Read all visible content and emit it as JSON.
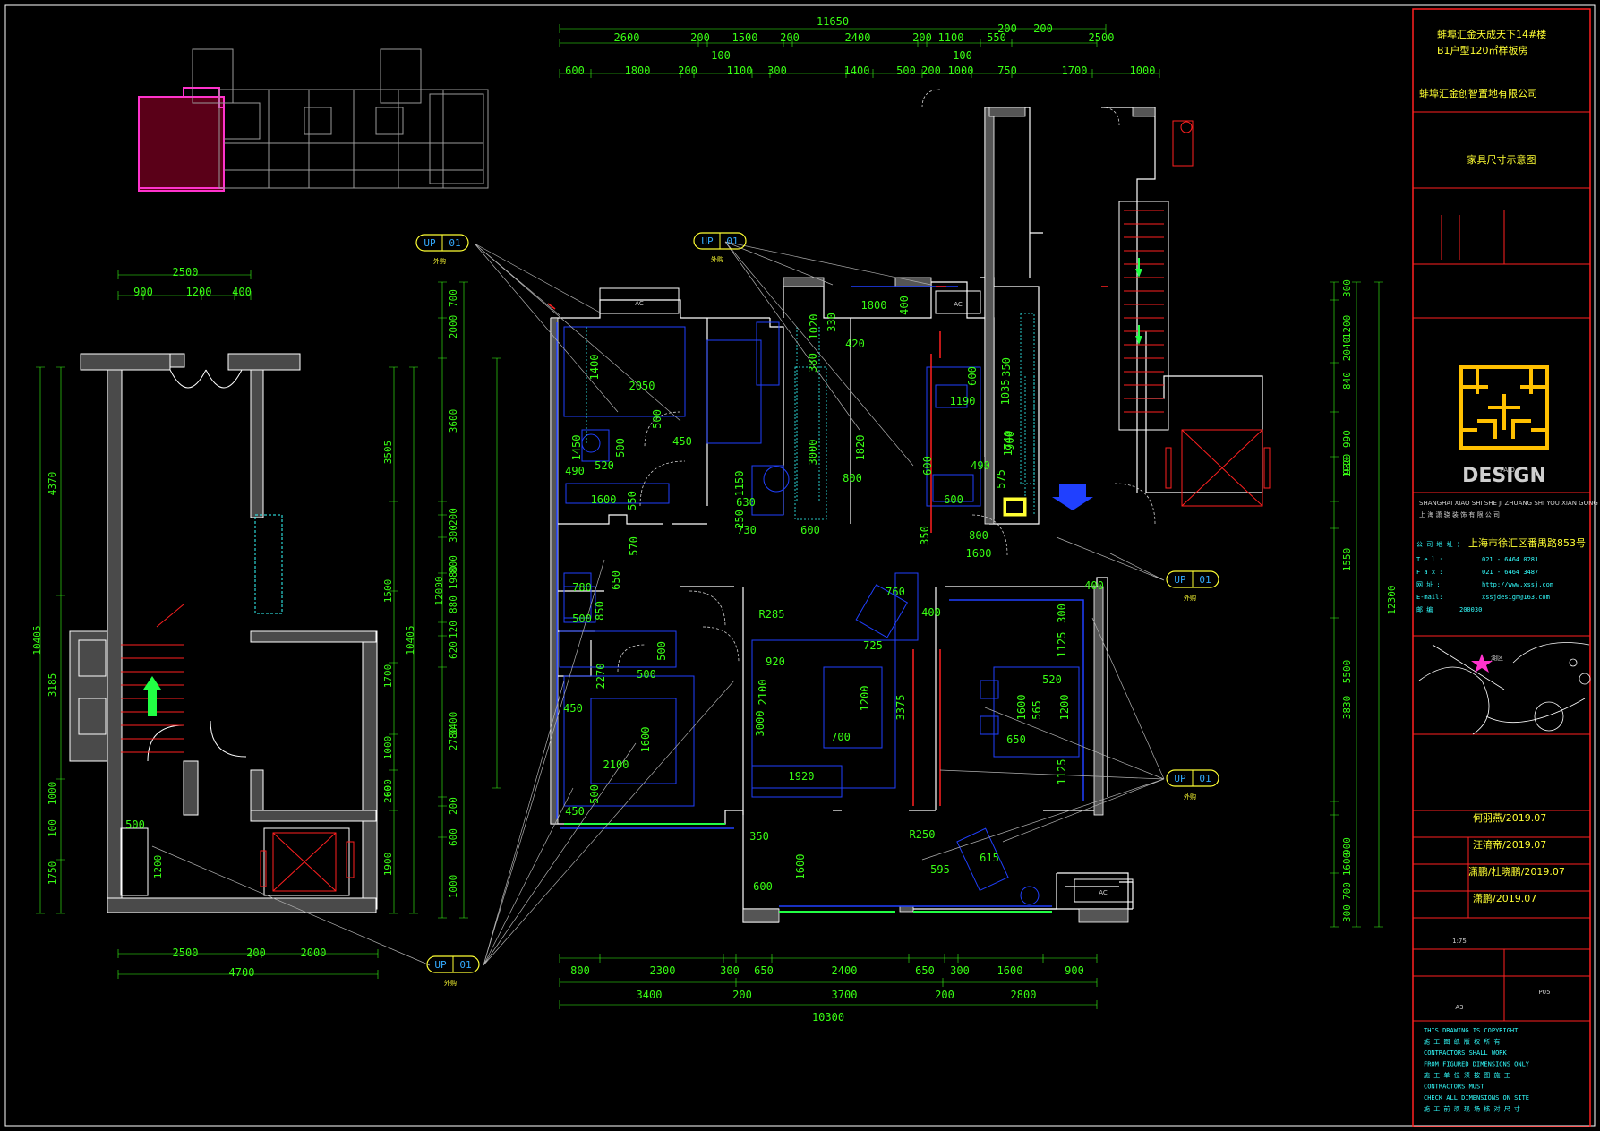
{
  "colors": {
    "background": "#000000",
    "dimension": "#39ff14",
    "wall": "#ffffff",
    "frame": "#ff2020",
    "furniture": "#2040ff",
    "accent_cyan": "#33ffff",
    "logo": "#ffc000",
    "text": "#ffff33"
  },
  "plan_main": {
    "top_total": "11650",
    "top_row1": [
      "2600",
      "200",
      "1500",
      "200",
      "2400",
      "200",
      "1100",
      "550",
      "2500"
    ],
    "top_row1_extra": [
      "200",
      "200"
    ],
    "top_row2": [
      "100",
      "100"
    ],
    "top_row3": [
      "600",
      "1800",
      "200",
      "1100",
      "300",
      "1400",
      "500",
      "200",
      "1000",
      "750",
      "1700",
      "1000"
    ],
    "left_dims": [
      "700",
      "2000",
      "3600",
      "200",
      "300",
      "1980",
      "800",
      "880",
      "120",
      "620",
      "3400",
      "2780",
      "200",
      "600",
      "1000"
    ],
    "left_total": "12000",
    "right_dims": [
      "300",
      "1200",
      "2040",
      "840",
      "990",
      "930",
      "1920",
      "1550",
      "5500",
      "3830",
      "900",
      "1600",
      "700",
      "300"
    ],
    "right_total": "12300",
    "bottom_row1": [
      "800",
      "2300",
      "300",
      "650",
      "2400",
      "650",
      "300",
      "1600",
      "900"
    ],
    "bottom_row2": [
      "3400",
      "200",
      "3700",
      "200",
      "2800"
    ],
    "bottom_total": "10300",
    "room_dims": [
      "1400",
      "2050",
      "500",
      "450",
      "1450",
      "500",
      "490",
      "520",
      "1600",
      "550",
      "1020",
      "330",
      "420",
      "1800",
      "400",
      "3000",
      "1820",
      "800",
      "380",
      "1150",
      "630",
      "250",
      "730",
      "600",
      "600",
      "1190",
      "1035",
      "350",
      "1740",
      "900",
      "575",
      "490",
      "600",
      "600",
      "800",
      "350",
      "1600",
      "570",
      "780",
      "650",
      "850",
      "500",
      "500",
      "2270",
      "500",
      "450",
      "1600",
      "2100",
      "500",
      "450",
      "R285",
      "920",
      "2100",
      "3000",
      "1200",
      "3375",
      "700",
      "1920",
      "760",
      "725",
      "400",
      "300",
      "1125",
      "520",
      "1600",
      "565",
      "1200",
      "650",
      "1125",
      "400",
      "R250",
      "595",
      "615",
      "350",
      "1600",
      "600"
    ],
    "ac_label": "AC"
  },
  "plan_small": {
    "top_total": "2500",
    "top_row": [
      "900",
      "1200",
      "400"
    ],
    "left_dims": [
      "4370",
      "3185",
      "1000",
      "100",
      "1750"
    ],
    "left_total": "10405",
    "right_dims": [
      "3505",
      "1500",
      "1700",
      "1000",
      "600",
      "200",
      "1900"
    ],
    "right_total": "10405",
    "bottom_row": [
      "2500",
      "200",
      "2000"
    ],
    "bottom_total": "4700",
    "inner": [
      "500",
      "1200"
    ]
  },
  "tags": [
    {
      "code": "UP",
      "num": "01",
      "sub": "外购"
    },
    {
      "code": "UP",
      "num": "01",
      "sub": "外购"
    },
    {
      "code": "UP",
      "num": "01",
      "sub": "外购"
    },
    {
      "code": "UP",
      "num": "01",
      "sub": "外购"
    },
    {
      "code": "UP",
      "num": "01",
      "sub": "外购"
    }
  ],
  "title_block": {
    "project_line1": "蚌埠汇金天成天下14#楼",
    "project_line2": "B1户型120㎡样板房",
    "client": "蚌埠汇金创智置地有限公司",
    "drawing_title": "家具尺寸示意图",
    "logo_sub": "X I A O",
    "logo_main": "DESIGN",
    "company_pinyin": "SHANGHAI XIAO SHI SHE JI ZHUANG SHI YOU XIAN GONG SI",
    "company_cn": "上 海 潇 骁 装 饰 有 限 公 司",
    "address_label": "公 司 地 址 ：",
    "address": "上海市徐汇区番禺路853号",
    "tel_label": "T e l :",
    "tel": "021 - 6464 0281",
    "fax_label": "F a x :",
    "fax": "021 - 6464 3487",
    "web_label": "网   址 :",
    "web": "http://www.xssj.com",
    "email_label": "E-mail:",
    "email": "xssjdesign@163.com",
    "zip_label": "邮     编",
    "zip": "200030",
    "map_label": "湖区",
    "sign1": "何羽燕/2019.07",
    "sign2": "汪淯帝/2019.07",
    "sign3": "潇鹏/杜晓鹏/2019.07",
    "sign4": "潇鹏/2019.07",
    "scale": "1:75",
    "paper": "A3",
    "sheet": "P05",
    "notice_lines": [
      "THIS DRAWING IS COPYRIGHT",
      "施 工 图 纸 版 权 所 有",
      "CONTRACTORS SHALL WORK",
      "FROM FIGURED DIMENSIONS ONLY",
      "施 工 单 位 须 按 图 施 工",
      "CONTRACTORS MUST",
      "CHECK ALL DIMENSIONS ON SITE",
      "施 工 前 须 现 场 核 对 尺 寸"
    ]
  }
}
